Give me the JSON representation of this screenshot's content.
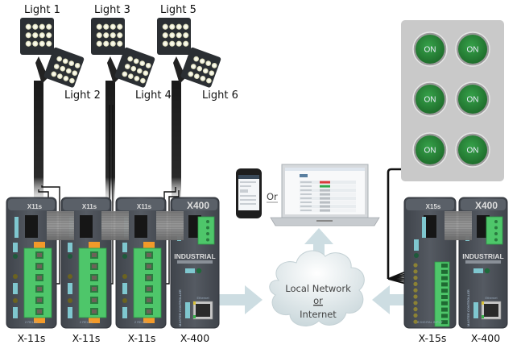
{
  "lights": [
    {
      "label": "Light 1"
    },
    {
      "label": "Light 2"
    },
    {
      "label": "Light 3"
    },
    {
      "label": "Light 4"
    },
    {
      "label": "Light 5"
    },
    {
      "label": "Light 6"
    }
  ],
  "devices": {
    "left": [
      {
        "label": "X-11s",
        "badge": "X11s",
        "footer": "2 RELAY"
      },
      {
        "label": "X-11s",
        "badge": "X11s",
        "footer": "2 RELAY"
      },
      {
        "label": "X-11s",
        "badge": "X11s",
        "footer": "2 RELAY"
      },
      {
        "label": "X-400",
        "badge": "X400",
        "sub": "INDUSTRIAL",
        "vertical": "MASTER CONTROLLER",
        "port": "Ethernet"
      }
    ],
    "right": [
      {
        "label": "X-15s",
        "badge": "X15s",
        "footer": "8 DIGITAL INPUT"
      },
      {
        "label": "X-400",
        "badge": "X400",
        "sub": "INDUSTRIAL",
        "vertical": "MASTER CONTROLLER",
        "port": "Ethernet"
      }
    ]
  },
  "button_panel": {
    "buttons": [
      {
        "label": "ON",
        "color": "#2e8b3e"
      },
      {
        "label": "ON",
        "color": "#2e8b3e"
      },
      {
        "label": "ON",
        "color": "#2e8b3e"
      },
      {
        "label": "ON",
        "color": "#2e8b3e"
      },
      {
        "label": "ON",
        "color": "#2e8b3e"
      },
      {
        "label": "ON",
        "color": "#2e8b3e"
      }
    ]
  },
  "clients": {
    "or_label": "Or",
    "browser_rows": [
      {
        "state": "red"
      },
      {
        "state": "green"
      },
      {
        "state": "gray"
      },
      {
        "state": "gray"
      },
      {
        "state": "gray"
      },
      {
        "state": "gray"
      },
      {
        "state": "gray"
      },
      {
        "state": "gray"
      }
    ]
  },
  "network": {
    "line1": "Local Network",
    "line2": "or",
    "line3": "Internet"
  },
  "colors": {
    "arrow": "#cddde2",
    "device_body": "#4a4f57",
    "terminal_green": "#4ec66a",
    "terminal_orange": "#f39a2a",
    "panel_gray": "#c9c9c9"
  }
}
